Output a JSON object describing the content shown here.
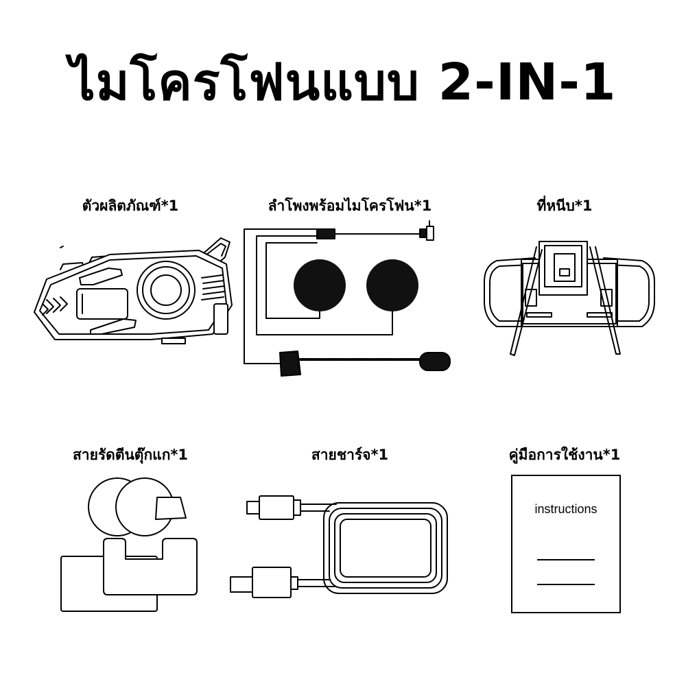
{
  "title": "ไมโครโฟนแบบ 2-IN-1",
  "items": [
    {
      "label": "ตัวผลิตภัณฑ์*1",
      "icon": "intercom-device-icon"
    },
    {
      "label": "ลำโพงพร้อมไมโครโฟน*1",
      "icon": "speaker-microphone-set-icon"
    },
    {
      "label": "ที่หนีบ*1",
      "icon": "mounting-clip-icon"
    },
    {
      "label": "สายรัดตีนตุ๊กแก*1",
      "icon": "velcro-pads-icon"
    },
    {
      "label": "สายชาร์จ*1",
      "icon": "charging-cable-icon"
    },
    {
      "label": "คู่มือการใช้งาน*1",
      "icon": "manual-booklet-icon"
    }
  ],
  "manual": {
    "cover_text": "instructions"
  },
  "colors": {
    "background": "#ffffff",
    "ink": "#000000",
    "speaker_fill": "#111111"
  }
}
